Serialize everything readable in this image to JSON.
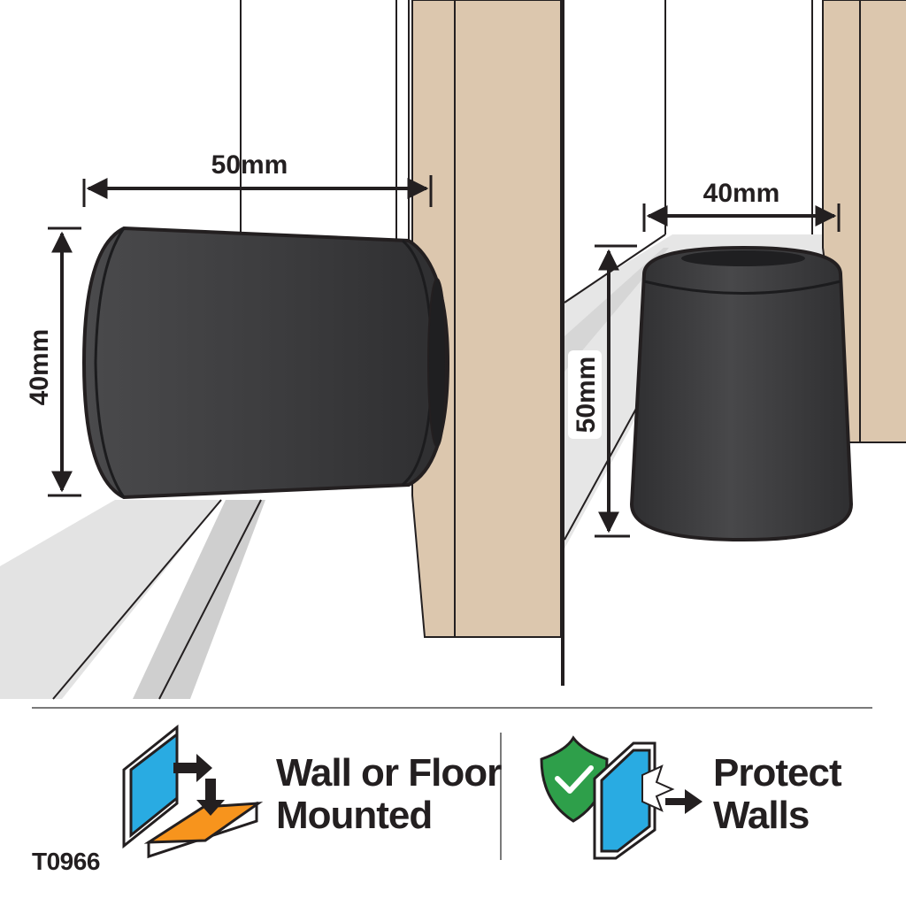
{
  "product_code": "T0966",
  "left_panel": {
    "width_label": "50mm",
    "height_label": "40mm"
  },
  "right_panel": {
    "width_label": "40mm",
    "height_label": "50mm"
  },
  "features": [
    {
      "line1": "Wall or Floor",
      "line2": "Mounted",
      "icon": "wall-floor-mount-icon"
    },
    {
      "line1": "Protect",
      "line2": "Walls",
      "icon": "protect-walls-icon"
    }
  ],
  "colors": {
    "stopper": "#3a3a3c",
    "wood": "#dcc7ae",
    "floor_shadow": "#d9d9d9",
    "blue": "#29abe2",
    "orange": "#f7941d",
    "green": "#2e9f4a",
    "outline": "#231f20"
  }
}
